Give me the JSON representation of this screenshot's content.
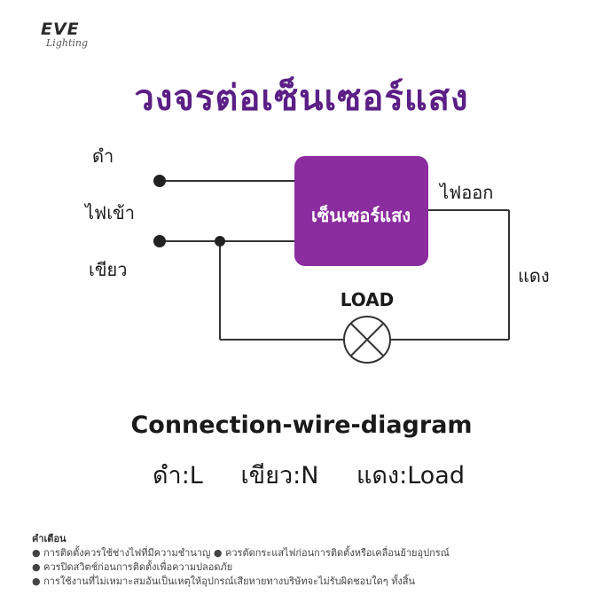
{
  "logo": {
    "main": "EVE",
    "sub": "Lighting"
  },
  "title": "วงจรต่อเซ็นเซอร์แสง",
  "diagram": {
    "wire_black": "ดำ",
    "wire_in": "ไฟเข้า",
    "wire_green": "เขียว",
    "sensor_label": "เซ็นเซอร์แสง",
    "wire_out": "ไฟออก",
    "wire_red": "แดง",
    "load_label": "LOAD",
    "sensor_color": "#8b2c9f"
  },
  "subtitle": "Connection-wire-diagram",
  "legend": {
    "black": "ดำ:L",
    "green": "เขียว:N",
    "red": "แดง:Load"
  },
  "warning": {
    "title": "คำเตือน",
    "line1": "● การติดตั้งควรใช้ช่างไฟที่มีความชำนาญ  ● ควรตัดกระแสไฟก่อนการติดตั้งหรือเคลื่อนย้ายอุปกรณ์",
    "line2": "● ควรปิดสวิตช์ก่อนการติดตั้งเพื่อความปลอดภัย",
    "line3": "● การใช้งานที่ไม่เหมาะสมอันเป็นเหตุให้อุปกรณ์เสียหายทางบริษัทจะไม่รับผิดชอบใดๆ ทั้งสิ้น"
  }
}
